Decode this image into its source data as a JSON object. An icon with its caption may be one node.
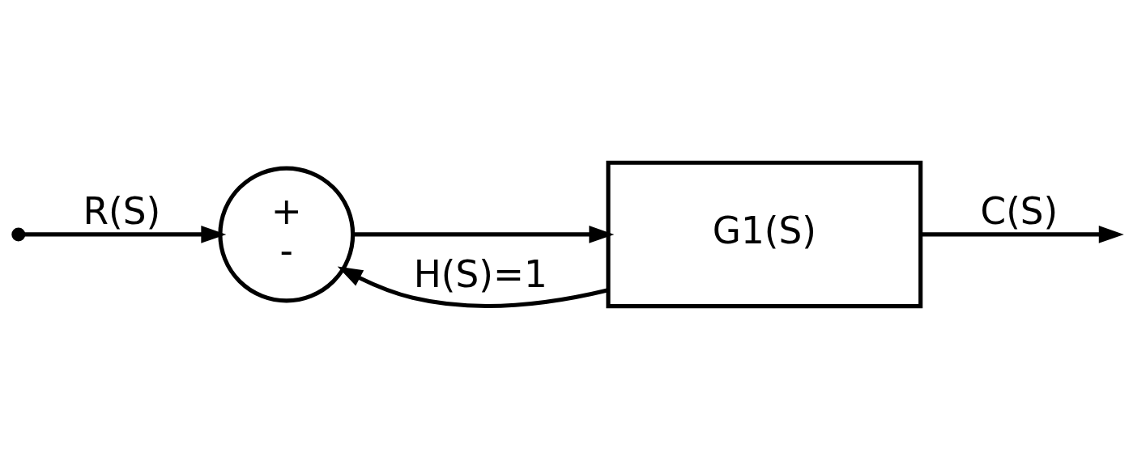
{
  "diagram": {
    "nodes": [
      {
        "text": [
          "+",
          "-"
        ]
      },
      {
        "text": [
          "G1(S)"
        ]
      }
    ],
    "edges": [
      {
        "from": null,
        "to": 0,
        "arrow": "to",
        "label": "R(S)"
      },
      {
        "from": 0,
        "to": 1,
        "arrow": "to"
      },
      {
        "from": 1,
        "to": null,
        "arrow": "to",
        "label": "C(S)"
      },
      {
        "from": 1,
        "to": 0,
        "arrow": "to",
        "label": "H(S)=1"
      }
    ]
  }
}
